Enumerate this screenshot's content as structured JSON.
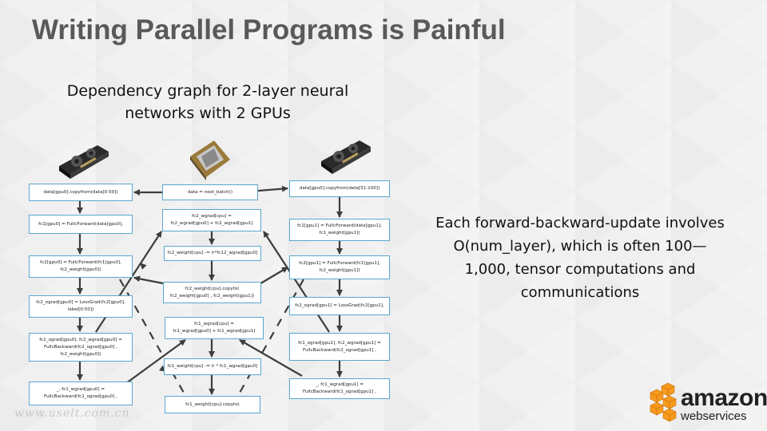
{
  "title": "Writing Parallel Programs is Painful",
  "subtitle": "Dependency graph for 2-layer neural networks with 2 GPUs",
  "description": "Each forward-backward-update involves O(num_layer), which is often 100—1,000, tensor computations and communications",
  "watermark": "www.uselt.com.cn",
  "logo": {
    "word": "amazon",
    "sub": "webservices",
    "brand_orange": "#f79a1d"
  },
  "colors": {
    "node_border": "#5aa7cf",
    "edge": "#3d3d3d",
    "title": "#595959"
  },
  "nodes": {
    "data_gpu0": [
      "data[gpu0].copyfrom(data[0:50])"
    ],
    "next_batch": [
      "data = next_batch()"
    ],
    "data_gpu1": [
      "data[gpu0].copyfrom(data[51:100])"
    ],
    "fc1_gpu0": [
      "fc1[gpu0] = FullcForward(data[gpu0],"
    ],
    "fc2_wgrad_cpu": [
      "fc2_wgrad[cpu]  =",
      "fc2_wgrad[gpu0] + fc2_wgrad[gpu1]"
    ],
    "fc1_gpu1": [
      "fc1[gpu1] = FullcForward(data[gpu1],",
      "fc1_weight[gpu1])"
    ],
    "fc2_gpu0": [
      "fc2[gpu0] = FullcForward(fc1[gpu0],",
      "fc2_weight[gpu0])"
    ],
    "fc2_weight_update": [
      "fc2_weight[cpu] -= lr*fc12_wgrad[gpu0]"
    ],
    "fc2_gpu1": [
      "fc2[gpu1] = FullcForward(fc1[gpu1],",
      "fc2_weight[gpu1])"
    ],
    "fc2_weight_copy": [
      "fc2_weight[cpu].copyto(",
      "fc2_weight[gpu0] , fc2_weight[gpu1])"
    ],
    "fc2_ograd_gpu0": [
      "fc2_ograd[gpu0] = LossGrad(fc2[gpu0],",
      "label[0:50])"
    ],
    "fc2_ograd_gpu1": [
      "fc2_ograd[gpu1] = LossGrad(fc2[gpu1],"
    ],
    "fc1_wgrad_cpu": [
      "fc1_wgrad[cpu]  =",
      "fc1_wgrad[gpu0] + fc1_wgrad[gpu1]"
    ],
    "fc1_ograd_gpu0": [
      "fc1_ograd[gpu0], fc2_wgrad[gpu0] =",
      "FullcBackward(fc2_ograd[gpu0] ,",
      "fc2_weight[gpu0])"
    ],
    "fc1_ograd_gpu1": [
      "fc1_ograd[gpu1], fc2_wgrad[gpu1] =",
      "FullcBackward(fc2_ograd[gpu1] ,"
    ],
    "fc1_weight_update": [
      "fc1_weight[cpu] -= lr * fc1_wgrad[gpu0]"
    ],
    "fc1_wgrad_gpu0": [
      "_, fc1_wgrad[gpu0] =",
      "FullcBackward(fc1_ograd[gpu0] ,"
    ],
    "fc1_wgrad_gpu1": [
      "_, fc1_wgrad[gpu1] =",
      "FullcBackward(fc1_ograd[gpu1] ,"
    ],
    "fc1_weight_copy": [
      "fc1_weight[cpu].copyto("
    ]
  }
}
